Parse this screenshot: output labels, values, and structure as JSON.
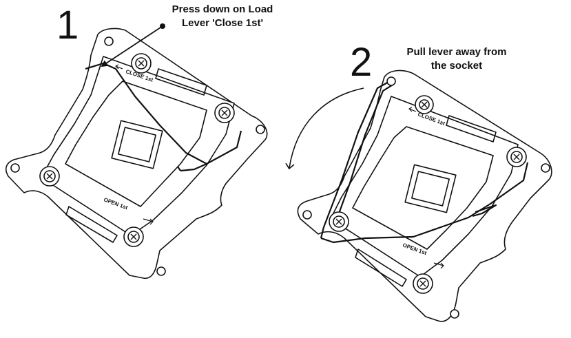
{
  "step1": {
    "number": "1",
    "caption_line1": "Press down on Load",
    "caption_line2": "Lever 'Close 1st'",
    "label_close": "CLOSE 1st",
    "label_open": "OPEN 1st"
  },
  "step2": {
    "number": "2",
    "caption_line1": "Pull lever away from",
    "caption_line2": "the socket",
    "label_close": "CLOSE 1st",
    "label_open": "OPEN 1st"
  },
  "colors": {
    "line": "#111111",
    "background": "#ffffff"
  },
  "icons": [
    "pointer-arrow-icon",
    "curved-arrow-icon",
    "screw-icon"
  ]
}
